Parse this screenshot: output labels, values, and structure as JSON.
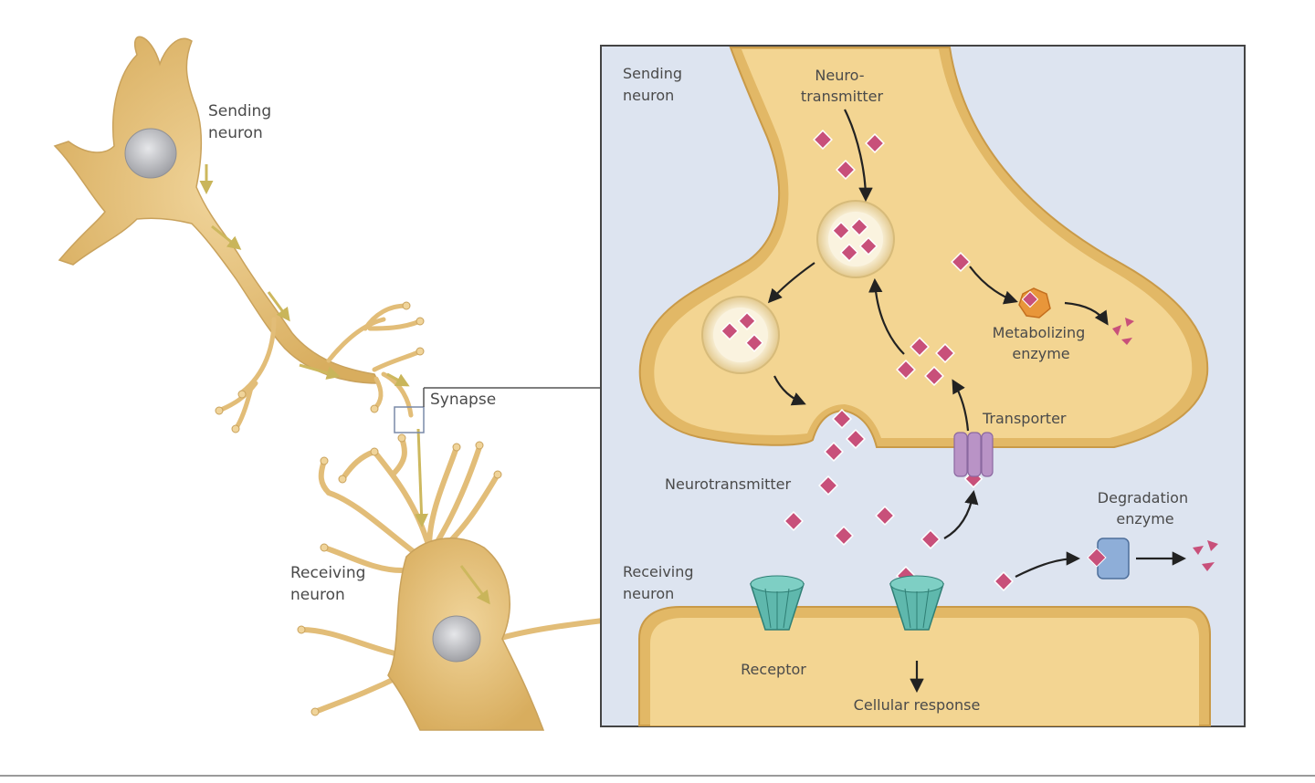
{
  "labels": {
    "sending_neuron_left": [
      "Sending",
      "neuron"
    ],
    "synapse": "Synapse",
    "receiving_neuron_left": [
      "Receiving",
      "neuron"
    ],
    "sending_neuron_inset": [
      "Sending",
      "neuron"
    ],
    "neurotransmitter_top": [
      "Neuro-",
      "transmitter"
    ],
    "metabolizing_enzyme": [
      "Metabolizing",
      "enzyme"
    ],
    "transporter": "Transporter",
    "neurotransmitter_mid": "Neurotransmitter",
    "degradation_enzyme": [
      "Degradation",
      "enzyme"
    ],
    "receiving_neuron_inset": [
      "Receiving",
      "neuron"
    ],
    "receptor": "Receptor",
    "cellular_response": "Cellular response"
  },
  "colors": {
    "neuron_fill": "#e8c47f",
    "neuron_edge": "#c9a25c",
    "inset_bg": "#dde4f0",
    "molecule": "#c8507a",
    "receptor": "#5fb8ad",
    "transporter": "#b993c6",
    "metabolizing_enzyme": "#e8963a",
    "degradation_enzyme": "#8eaed8",
    "nucleus": "#b8b9bd"
  }
}
